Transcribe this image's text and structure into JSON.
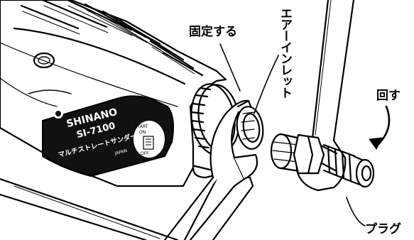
{
  "callouts": {
    "fix": "固定する",
    "inlet": "エアーインレット",
    "turn": "回す",
    "plug": "プラグ"
  },
  "nameplate": {
    "brand": "SHINANO",
    "model": "SI-7100",
    "product_name": "マルチストレートサンダー",
    "start_label": "START",
    "on_label": "ON",
    "off_label": "OFF",
    "origin": "JAPAN"
  },
  "colors": {
    "line": "#000000",
    "fill": "#ffffff",
    "plate": "#111111"
  }
}
